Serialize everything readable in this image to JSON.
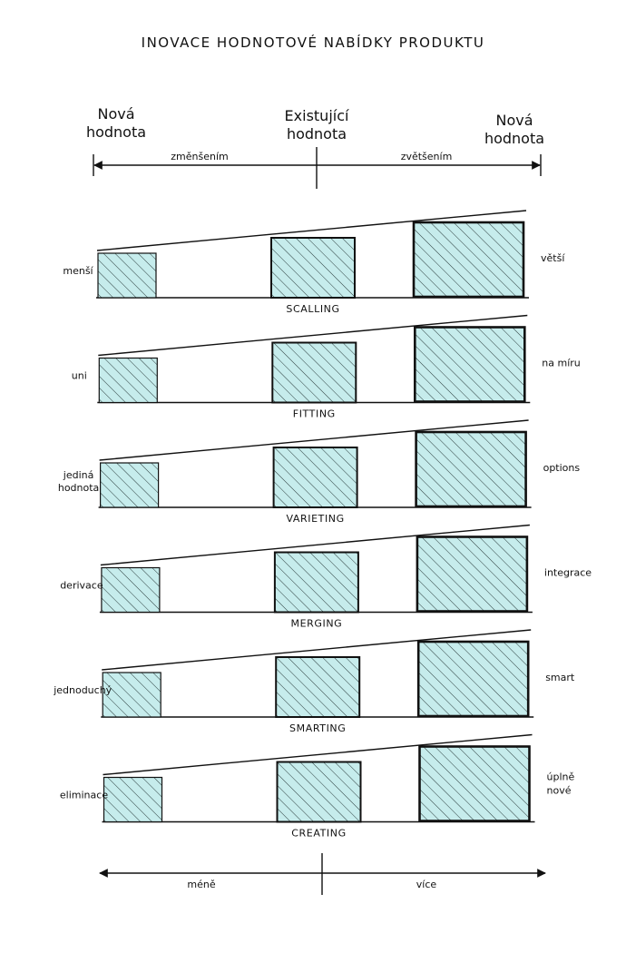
{
  "title": "INOVACE HODNOTOVÉ NABÍDKY PRODUKTU",
  "header": {
    "left": [
      "Nová",
      "hodnota"
    ],
    "center": [
      "Existující",
      "hodnota"
    ],
    "right": [
      "Nová",
      "hodnota"
    ],
    "arrow_left_label": "změnšením",
    "arrow_right_label": "zvětšením"
  },
  "rows": [
    {
      "name": "SCALLING",
      "left": [
        "menší"
      ],
      "right": [
        "větší"
      ]
    },
    {
      "name": "FITTING",
      "left": [
        "uni"
      ],
      "right": [
        "na míru"
      ]
    },
    {
      "name": "VARIETING",
      "left": [
        "jediná",
        "hodnota"
      ],
      "right": [
        "options"
      ]
    },
    {
      "name": "MERGING",
      "left": [
        "derivace"
      ],
      "right": [
        "integrace"
      ]
    },
    {
      "name": "SMARTING",
      "left": [
        "jednoduchý"
      ],
      "right": [
        "smart"
      ]
    },
    {
      "name": "CREATING",
      "left": [
        "eliminace"
      ],
      "right": [
        "úplně",
        "nové"
      ]
    }
  ],
  "footer": {
    "left_label": "méně",
    "right_label": "více"
  },
  "colors": {
    "fill": "#c6ecec",
    "stroke": "#111111",
    "background": "#ffffff"
  }
}
